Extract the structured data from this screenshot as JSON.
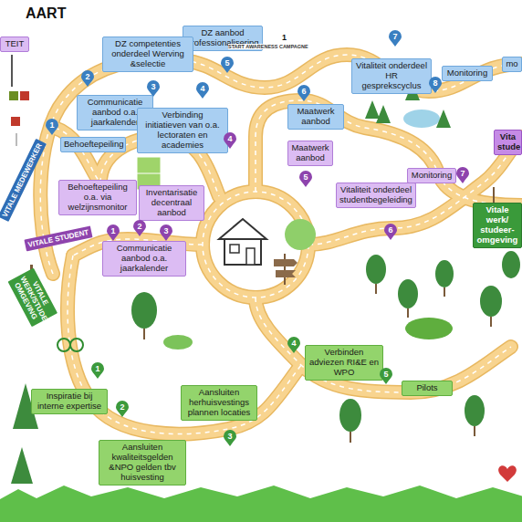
{
  "diagram": {
    "nodes": [
      {
        "text": [
          "TEIT"
        ]
      },
      {
        "text": [
          "DZ aanbod professionalisering"
        ]
      },
      {
        "text": [
          "DZ competenties onderdeel Werving &selectie"
        ]
      },
      {
        "text": [
          "Vitaliteit onderdeel HR gesprekscyclus"
        ]
      },
      {
        "text": [
          "Monitoring"
        ]
      },
      {
        "text": [
          "mo"
        ]
      },
      {
        "text": [
          "Communicatie aanbod o.a. jaarkalender"
        ]
      },
      {
        "text": [
          "Verbinding initiatieven van o.a. lectoraten en academies"
        ]
      },
      {
        "text": [
          "Maatwerk aanbod"
        ]
      },
      {
        "text": [
          "Behoeftepeiling"
        ]
      },
      {
        "text": [
          "Vita stude"
        ]
      },
      {
        "text": [
          "Maatwerk aanbod"
        ]
      },
      {
        "text": [
          "Monitoring"
        ]
      },
      {
        "text": [
          "Vitaliteit onderdeel studentbegeleiding"
        ]
      },
      {
        "text": [
          "VITALE MEDEWERKER"
        ]
      },
      {
        "text": [
          "Behoeftepeiling o.a. via welzijnsmonitor"
        ]
      },
      {
        "text": [
          "Inventarisatie decentraal aanbod"
        ]
      },
      {
        "text": [
          "Vitale werk/ studeer-omgeving"
        ]
      },
      {
        "text": [
          "VITALE STUDENT"
        ]
      },
      {
        "text": [
          "Communicatie aanbod o.a. jaarkalender"
        ]
      },
      {
        "text": [
          "VITALE WERK/STUDEER-OMGEVING"
        ]
      },
      {
        "text": [
          "Verbinden adviezen RI&E en WPO"
        ]
      },
      {
        "text": [
          "Pilots"
        ]
      },
      {
        "text": [
          "Inspiratie bij interne expertise"
        ]
      },
      {
        "text": [
          "Aansluiten herhuisvestings plannen locaties"
        ]
      },
      {
        "text": [
          "Aansluiten kwaliteitsgelden &NPO gelden tbv huisvesting"
        ]
      }
    ],
    "labels": [
      "AART",
      "1",
      "START AWARENESS CAMPAGNE",
      "1",
      "2",
      "3",
      "4",
      "5",
      "6",
      "7",
      "8",
      "1",
      "2",
      "3",
      "4",
      "5",
      "6",
      "7",
      "1",
      "2",
      "3",
      "4",
      "5"
    ]
  }
}
